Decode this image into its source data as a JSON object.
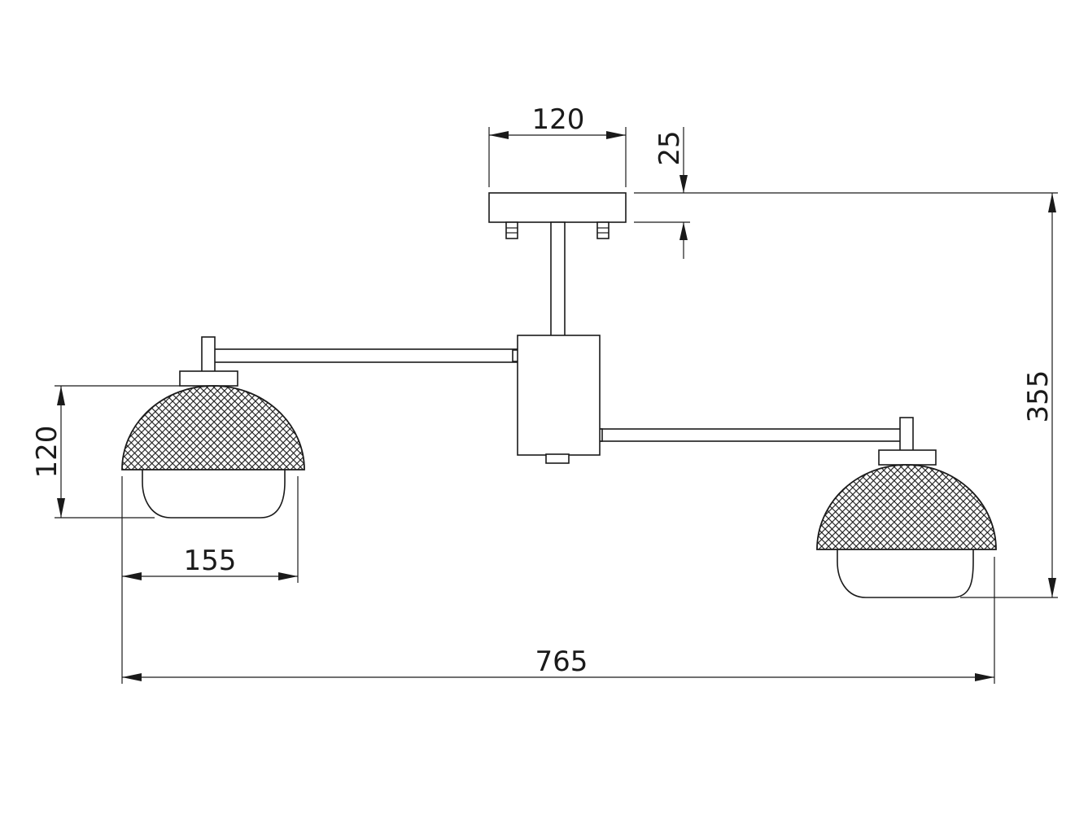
{
  "dimensions": {
    "canopy_width": "120",
    "canopy_height": "25",
    "total_height": "355",
    "shade_height": "120",
    "shade_width": "155",
    "total_width": "765"
  },
  "colors": {
    "line": "#1a1a1a",
    "background": "#ffffff"
  }
}
